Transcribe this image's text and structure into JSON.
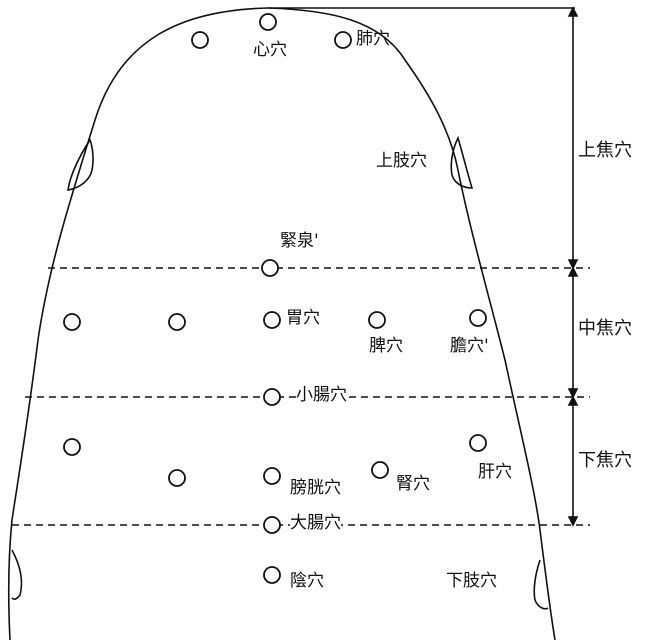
{
  "points": {
    "xin": "心穴",
    "fei": "肺穴",
    "shangzhi": "上肢穴",
    "jinquan": "緊泉'",
    "wei": "胃穴",
    "pi": "脾穴",
    "dan": "膽穴'",
    "xiaochang": "小腸穴",
    "panggguang": "膀胱穴",
    "shen": "腎穴",
    "gan": "肝穴",
    "dachang": "大腸穴",
    "yin": "陰穴",
    "xiazhi": "下肢穴"
  },
  "zones": {
    "upper": "上焦穴",
    "middle": "中焦穴",
    "lower": "下焦穴"
  }
}
